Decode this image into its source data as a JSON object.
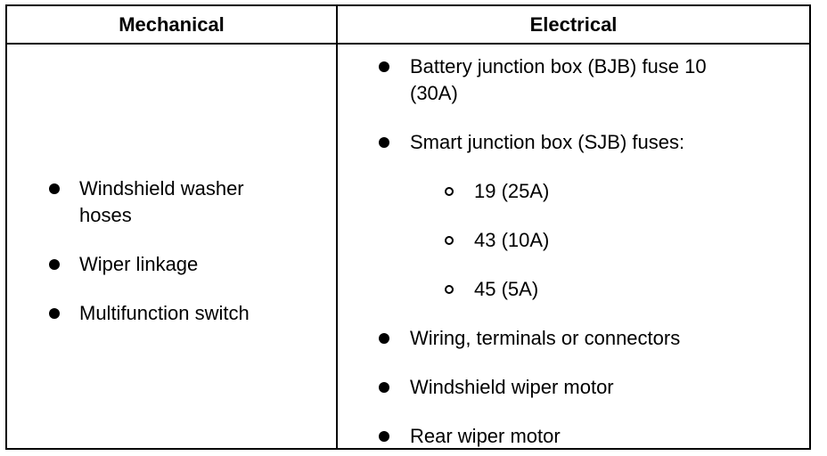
{
  "table": {
    "headers": {
      "mechanical": "Mechanical",
      "electrical": "Electrical"
    },
    "mechanical": [
      "Windshield washer hoses",
      "Wiper linkage",
      "Multifunction switch"
    ],
    "electrical": [
      "Battery junction box (BJB) fuse 10 (30A)",
      "Smart junction box (SJB) fuses:",
      "Wiring, terminals or connectors",
      "Windshield wiper motor",
      "Rear wiper motor"
    ],
    "sjb_fuses": [
      "19 (25A)",
      "43 (10A)",
      "45 (5A)"
    ]
  }
}
